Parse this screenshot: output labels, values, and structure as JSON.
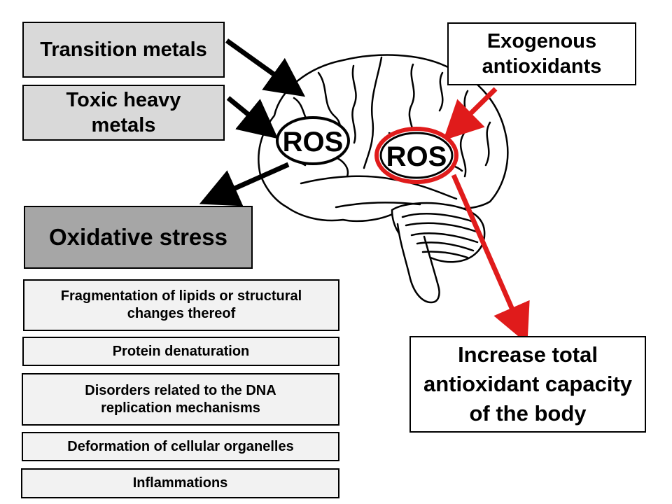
{
  "sources": {
    "transition_metals": "Transition metals",
    "toxic_heavy_metals": "Toxic heavy metals"
  },
  "exogenous": "Exogenous antioxidants",
  "ros_left": "ROS",
  "ros_right": "ROS",
  "oxidative_stress": "Oxidative stress",
  "effects": [
    "Fragmentation of lipids or structural changes thereof",
    "Protein denaturation",
    "Disorders related to the DNA replication mechanisms",
    "Deformation of cellular organelles",
    "Inflammations"
  ],
  "outcome": "Increase total antioxidant capacity of the body",
  "colors": {
    "inhibit_arrow": "#e01b1b",
    "box_gray": "#d9d9d9",
    "box_dark": "#a6a6a6",
    "box_light": "#f2f2f2"
  }
}
